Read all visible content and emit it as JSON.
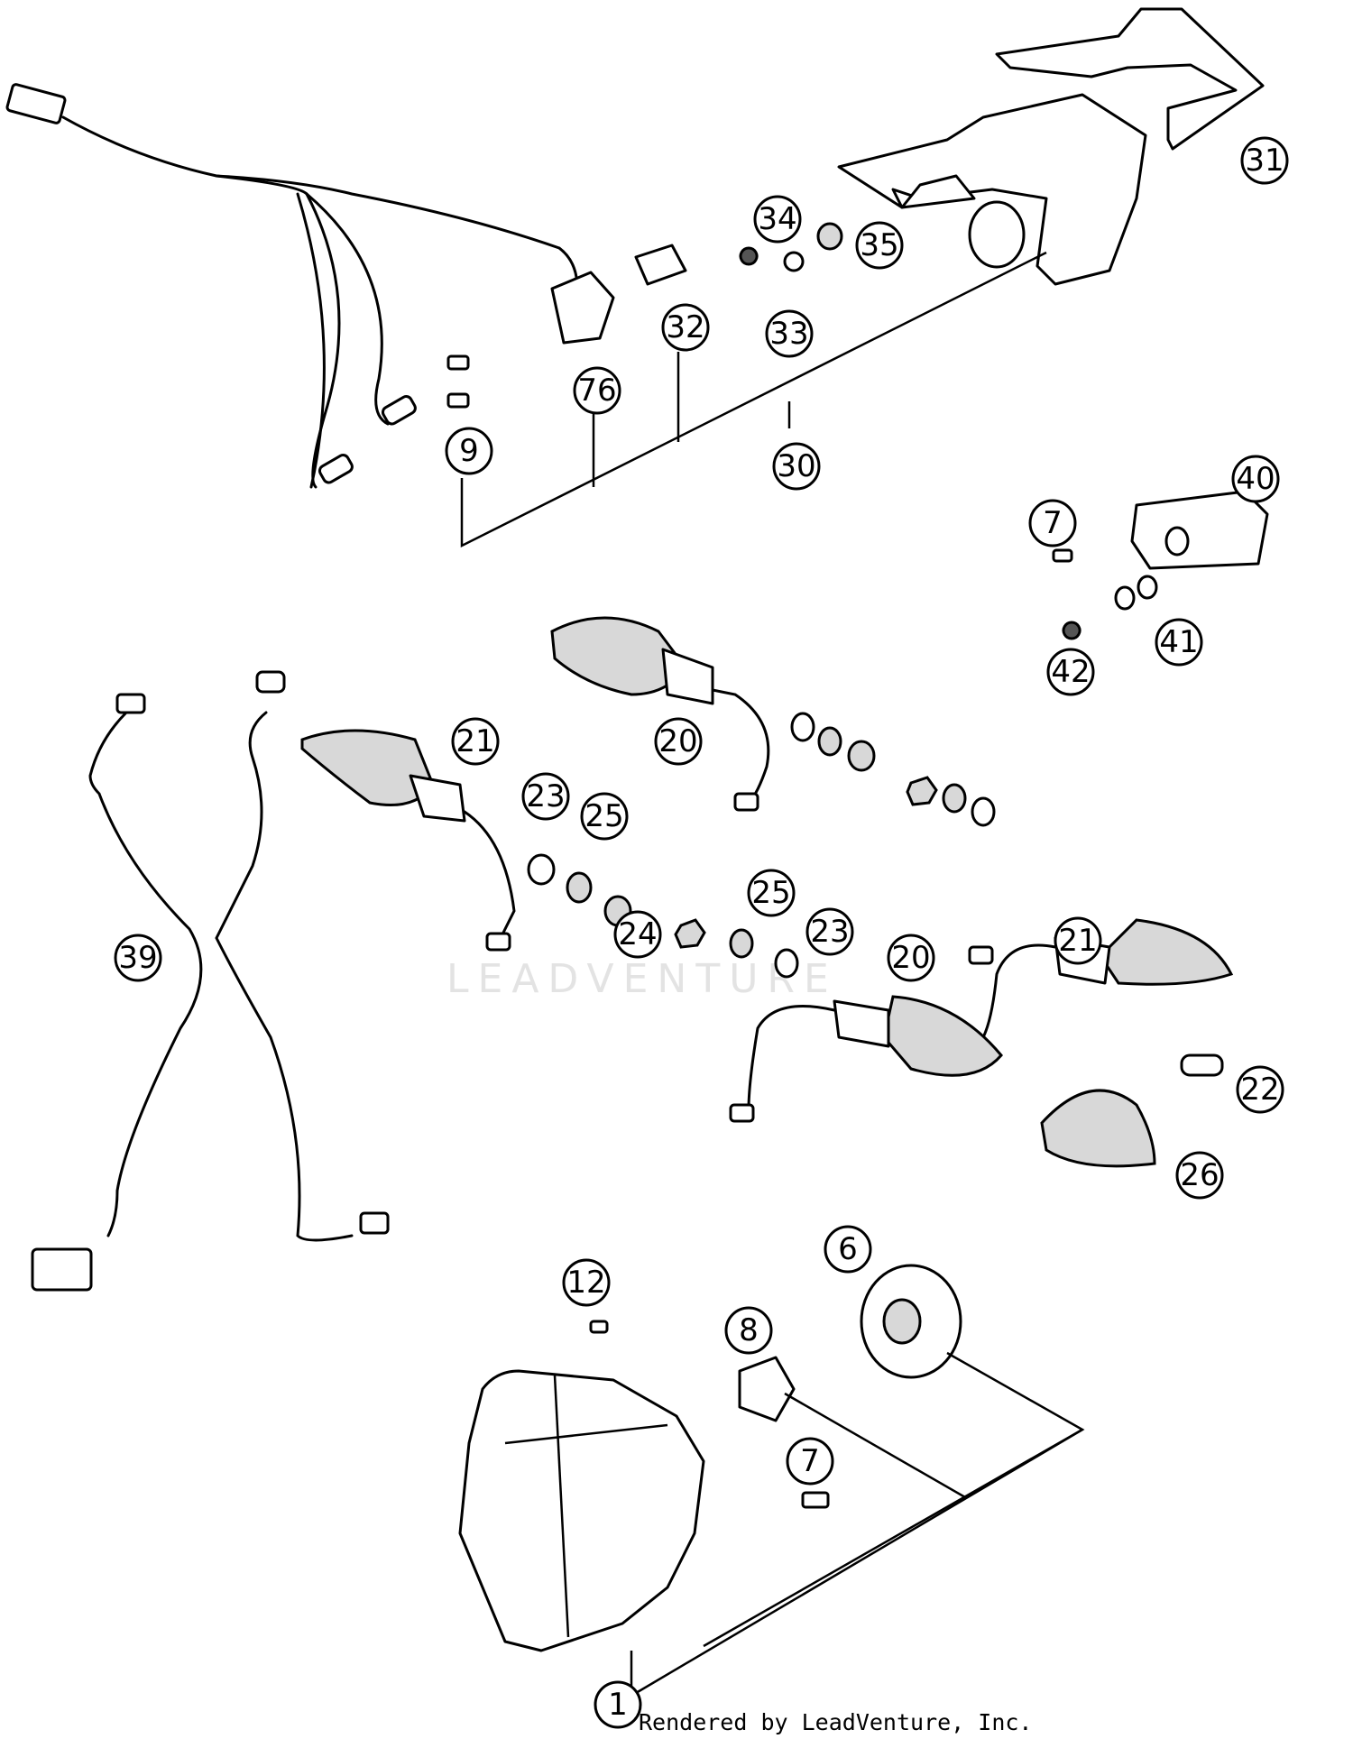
{
  "colors": {
    "line": "#000000",
    "fill": "#ffffff",
    "shade": "#555555",
    "watermark": "#e3e3e3"
  },
  "callouts": [
    {
      "id": "c31",
      "label": "31"
    },
    {
      "id": "c34",
      "label": "34"
    },
    {
      "id": "c35",
      "label": "35"
    },
    {
      "id": "c32",
      "label": "32"
    },
    {
      "id": "c33",
      "label": "33"
    },
    {
      "id": "c76",
      "label": "76"
    },
    {
      "id": "c9",
      "label": "9"
    },
    {
      "id": "c30",
      "label": "30"
    },
    {
      "id": "c40",
      "label": "40"
    },
    {
      "id": "c7a",
      "label": "7"
    },
    {
      "id": "c41",
      "label": "41"
    },
    {
      "id": "c42",
      "label": "42"
    },
    {
      "id": "c21a",
      "label": "21"
    },
    {
      "id": "c20a",
      "label": "20"
    },
    {
      "id": "c23a",
      "label": "23"
    },
    {
      "id": "c25a",
      "label": "25"
    },
    {
      "id": "c24",
      "label": "24"
    },
    {
      "id": "c25b",
      "label": "25"
    },
    {
      "id": "c23b",
      "label": "23"
    },
    {
      "id": "c20b",
      "label": "20"
    },
    {
      "id": "c21b",
      "label": "21"
    },
    {
      "id": "c39",
      "label": "39"
    },
    {
      "id": "c22",
      "label": "22"
    },
    {
      "id": "c26",
      "label": "26"
    },
    {
      "id": "c6",
      "label": "6"
    },
    {
      "id": "c12",
      "label": "12"
    },
    {
      "id": "c8",
      "label": "8"
    },
    {
      "id": "c7b",
      "label": "7"
    },
    {
      "id": "c1",
      "label": "1"
    }
  ],
  "watermark_text": "LEADVENTURE",
  "credit_text": "Rendered by LeadVenture, Inc."
}
